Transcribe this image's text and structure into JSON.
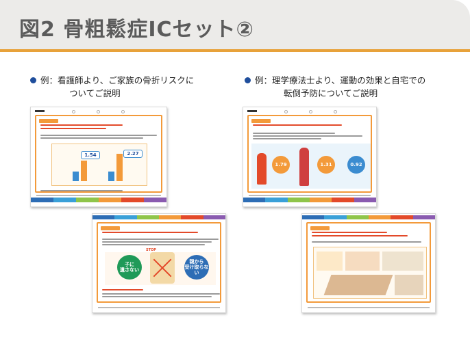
{
  "title": "図2 骨粗鬆症ICセット②",
  "bullets": [
    {
      "line1": "例：看護師より、ご家族の骨折リスクに",
      "line2": "ついてご説明"
    },
    {
      "line1": "例：理学療法士より、運動の効果と自宅での",
      "line2": "転倒予防についてご説明"
    }
  ],
  "colors": {
    "header_bg": "#ecebe9",
    "accent_orange": "#e8a23a",
    "bullet_blue": "#1f4e9c",
    "sheet_frame": "#f39a3a"
  },
  "sheets": {
    "nurse_1": {
      "value_a": "1.54",
      "value_b": "2.27"
    },
    "pt_1": {
      "value_a": "1.79",
      "value_b": "1.31",
      "value_c": "0.92"
    },
    "nurse_2": {
      "circle_left": "子に\n遺さない",
      "circle_right": "親から\n受け取らない",
      "stop": "STOP"
    }
  }
}
